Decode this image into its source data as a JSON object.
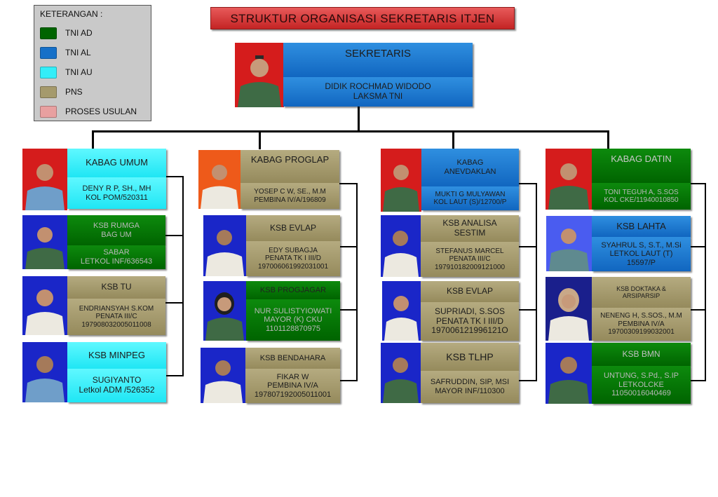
{
  "title": "STRUKTUR ORGANISASI SEKRETARIS ITJEN",
  "legend": {
    "title": "KETERANGAN :",
    "items": [
      {
        "label": "TNI AD",
        "color": "#006400"
      },
      {
        "label": "TNI AL",
        "color": "#1670c8"
      },
      {
        "label": "TNI AU",
        "color": "#33eef8"
      },
      {
        "label": "PNS",
        "color": "#a59a6c"
      },
      {
        "label": "PROSES USULAN",
        "color": "#e8a0a0"
      }
    ]
  },
  "head": {
    "title": "SEKRETARIS",
    "name": "DIDIK  ROCHMAD  WIDODO",
    "rank": "LAKSMA TNI"
  },
  "col1": [
    {
      "title": "KABAG  UMUM",
      "l1": "DENY R P, SH., MH",
      "l2": "KOL POM/520311"
    },
    {
      "title": "KSB RUMGA\nBAG UM",
      "l1": "SABAR",
      "l2": "LETKOL  INF/636543"
    },
    {
      "title": "KSB TU",
      "l1": "ENDRIANSYAH  S.KOM",
      "l2": "PENATA  III/C",
      "l3": "197908032005011008"
    },
    {
      "title": "KSB  MINPEG",
      "l1": "SUGIYANTO",
      "l2": "Letkol ADM  /526352"
    }
  ],
  "col2": [
    {
      "title": "KABAG  PROGLAP",
      "l1": "YOSEP C W, SE., M.M",
      "l2": "PEMBINA  IV/A/196809"
    },
    {
      "title": "KSB EVLAP",
      "l1": "EDY SUBAGJA",
      "l2": "PENATA TK I III/D",
      "l3": "197006061992031001"
    },
    {
      "title": "KSB PROGJAGAR",
      "l1": "NUR SULISTYIOWATI",
      "l2": "MAYOR  (K)  CKU",
      "l3": "1101128870975"
    },
    {
      "title": "KSB BENDAHARA",
      "l1": "FIKAR W",
      "l2": "PEMBINA IV/A",
      "l3": "197807192005011001"
    }
  ],
  "col3": [
    {
      "title": "KABAG\nANEVDAKLAN",
      "l1": "MUKTI  G MULYAWAN",
      "l2": "KOL LAUT (S)/12700/P"
    },
    {
      "title": "KSB ANALISA\nSESTIM",
      "l1": "STEFANUS  MARCEL",
      "l2": "PENATA  III/C",
      "l3": "197910182009121000"
    },
    {
      "title": "KSB EVLAP",
      "l1": "SUPRIADI, S.SOS",
      "l2": "PENATA TK I III/D",
      "l3": "197006121996121O"
    },
    {
      "title": "KSB  TLHP",
      "l1": "SAFRUDDIN, SIP, MSI",
      "l2": "MAYOR  INF/110300"
    }
  ],
  "col4": [
    {
      "title": "KABAG  DATIN",
      "l1": "TONI TEGUH   A, S.SOS",
      "l2": "KOL CKE/11940010850"
    },
    {
      "title": "KSB LAHTA",
      "l1": "SYAHRUL S, S.T., M.Si",
      "l2": "LETKOL  LAUT  (T)",
      "l3": "15597/P"
    },
    {
      "title": "KSB DOKTAKA &\nARSIPARSIP",
      "l1": "NENENG  H, S.SOS., M.M",
      "l2": "PEMBINA  IV/A",
      "l3": "19700309199032001"
    },
    {
      "title": "KSB BMN",
      "l1": "UNTUNG, S.Pd., S.IP",
      "l2": "LETKOLCKE",
      "l3": "11050016040469"
    }
  ]
}
